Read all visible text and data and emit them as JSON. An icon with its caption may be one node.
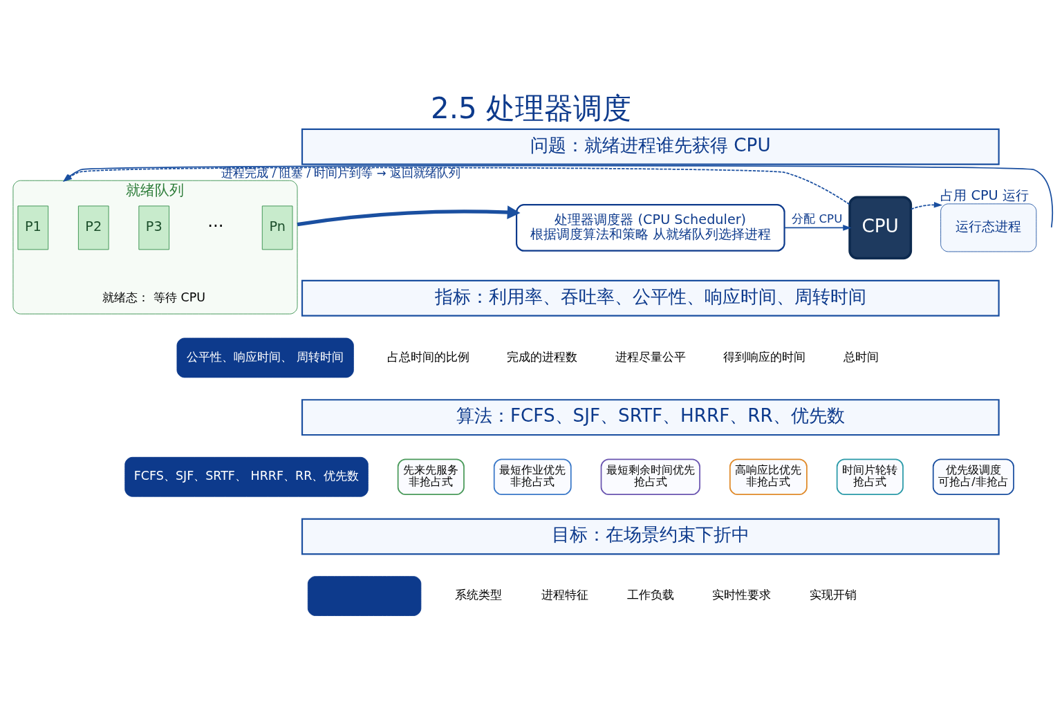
{
  "diagram": {
    "title": "2.5 处理器调度",
    "nodes": [
      {
        "text": [
          "问题：就绪进程谁先获得 CPU"
        ]
      },
      {
        "text": [
          "就绪队列",
          "就绪态： 等待 CPU"
        ]
      },
      {
        "text": [
          "P1"
        ],
        "in": 1
      },
      {
        "text": [
          "P2"
        ],
        "in": 1
      },
      {
        "text": [
          "P3"
        ],
        "in": 1
      },
      {
        "text": [
          "Pn"
        ],
        "in": 1
      },
      {
        "text": [
          "处理器调度器 (CPU Scheduler)",
          "根据调度算法和策略 从就绪队列选择进程"
        ]
      },
      {
        "text": [
          "CPU"
        ]
      },
      {
        "text": [
          "运行态进程"
        ],
        "beside": [
          "占用 CPU 运行"
        ]
      },
      {
        "text": [
          "指标：利用率、吞吐率、公平性、响应时间、周转时间"
        ]
      },
      {
        "text": [
          "公平性、响应时间、 周转时间"
        ]
      },
      {
        "text": [
          "算法：FCFS、SJF、SRTF、HRRF、RR、优先数"
        ]
      },
      {
        "text": [
          "FCFS、SJF、SRTF、 HRRF、RR、优先数"
        ]
      },
      {
        "text": [
          "先来先服务",
          "非抢占式"
        ]
      },
      {
        "text": [
          "最短作业优先",
          "非抢占式"
        ]
      },
      {
        "text": [
          "最短剩余时间优先",
          "抢占式"
        ]
      },
      {
        "text": [
          "高响应比优先",
          "非抢占式"
        ]
      },
      {
        "text": [
          "时间片轮转",
          "抢占式"
        ]
      },
      {
        "text": [
          "优先级调度",
          "可抢占/非抢占"
        ]
      },
      {
        "text": [
          "目标：在场景约束下折中"
        ]
      },
      {
        "text": [],
        "shape": "box"
      }
    ],
    "edges": [
      {
        "from": null,
        "to": 1,
        "arrow": "to"
      },
      {
        "from": 1,
        "to": 6,
        "arrow": "to",
        "style": "thick"
      },
      {
        "from": 6,
        "to": 7,
        "arrow": "to",
        "label": "分配 CPU"
      },
      {
        "from": 7,
        "to": 8,
        "arrow": "to",
        "style": "dashed"
      },
      {
        "from": 7,
        "to": 1,
        "arrow": "to",
        "style": "dashed",
        "label": "进程完成 / 阻塞 / 时间片到等 → 返回就绪队列"
      }
    ],
    "labels": [
      "···",
      "占总时间的比例",
      "完成的进程数",
      "进程尽量公平",
      "得到响应的时间",
      "总时间",
      "系统类型",
      "进程特征",
      "工作负载",
      "实时性要求",
      "实现开销"
    ]
  }
}
